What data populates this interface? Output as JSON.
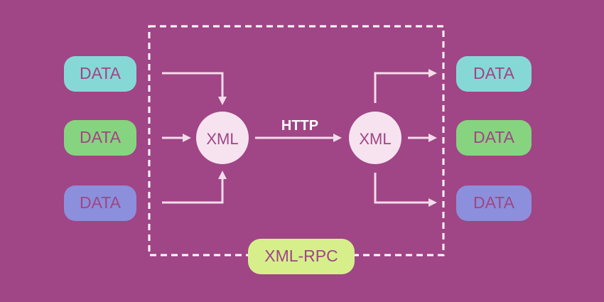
{
  "diagram": {
    "left_nodes": [
      {
        "label": "DATA",
        "color": "#86d8d6"
      },
      {
        "label": "DATA",
        "color": "#86d47f"
      },
      {
        "label": "DATA",
        "color": "#8c8fdb"
      }
    ],
    "right_nodes": [
      {
        "label": "DATA",
        "color": "#86d8d6"
      },
      {
        "label": "DATA",
        "color": "#86d47f"
      },
      {
        "label": "DATA",
        "color": "#8c8fdb"
      }
    ],
    "left_xml_node": {
      "label": "XML"
    },
    "right_xml_node": {
      "label": "XML"
    },
    "transport_label": "HTTP",
    "boundary_label": "XML-RPC",
    "colors": {
      "background": "#a04586",
      "text": "#a04586",
      "line": "#f3ddeb",
      "circle": "#f6e3ef",
      "boundary_label_bg": "#d6ef8b",
      "dashed_border": "#ffffff"
    }
  }
}
